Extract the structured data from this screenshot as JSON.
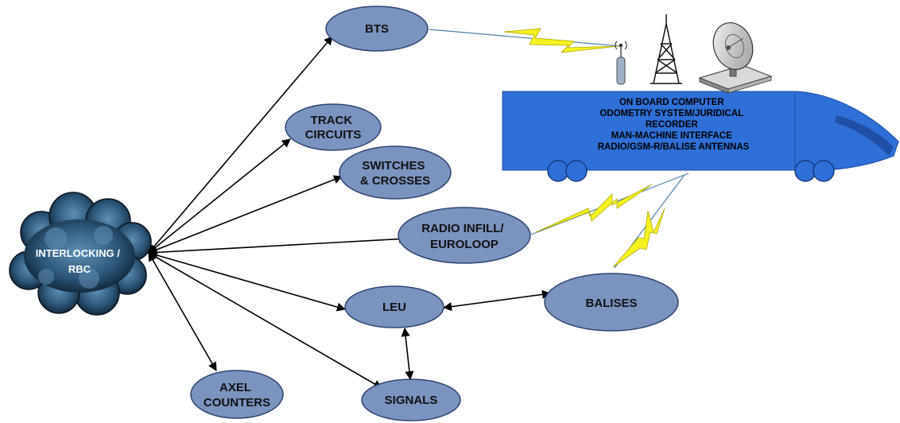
{
  "diagram": {
    "hub": {
      "lines": [
        "INTERLOCKING /",
        "RBC"
      ]
    },
    "nodes": {
      "bts": [
        "BTS"
      ],
      "track_circuits": [
        "TRACK",
        "CIRCUITS"
      ],
      "switches": [
        "SWITCHES",
        "& CROSSES"
      ],
      "radio_infill": [
        "RADIO INFILL/",
        "EUROLOOP"
      ],
      "leu": [
        "LEU"
      ],
      "balises": [
        "BALISES"
      ],
      "axel_counters": [
        "AXEL",
        "COUNTERS"
      ],
      "signals": [
        "SIGNALS"
      ]
    },
    "train": {
      "lines": [
        "ON BOARD COMPUTER",
        "ODOMETRY SYSTEM/JURIDICAL",
        "RECORDER",
        "MAN-MACHINE INTERFACE",
        "RADIO/GSM-R/BALISE ANTENNAS"
      ]
    },
    "colors": {
      "node_fill": "#7b93bf",
      "node_stroke": "#2f4570",
      "train_fill": "#2f6fd8",
      "lightning": "#f5f222",
      "arrow": "#000000",
      "cloud": "#2b4a66"
    }
  }
}
